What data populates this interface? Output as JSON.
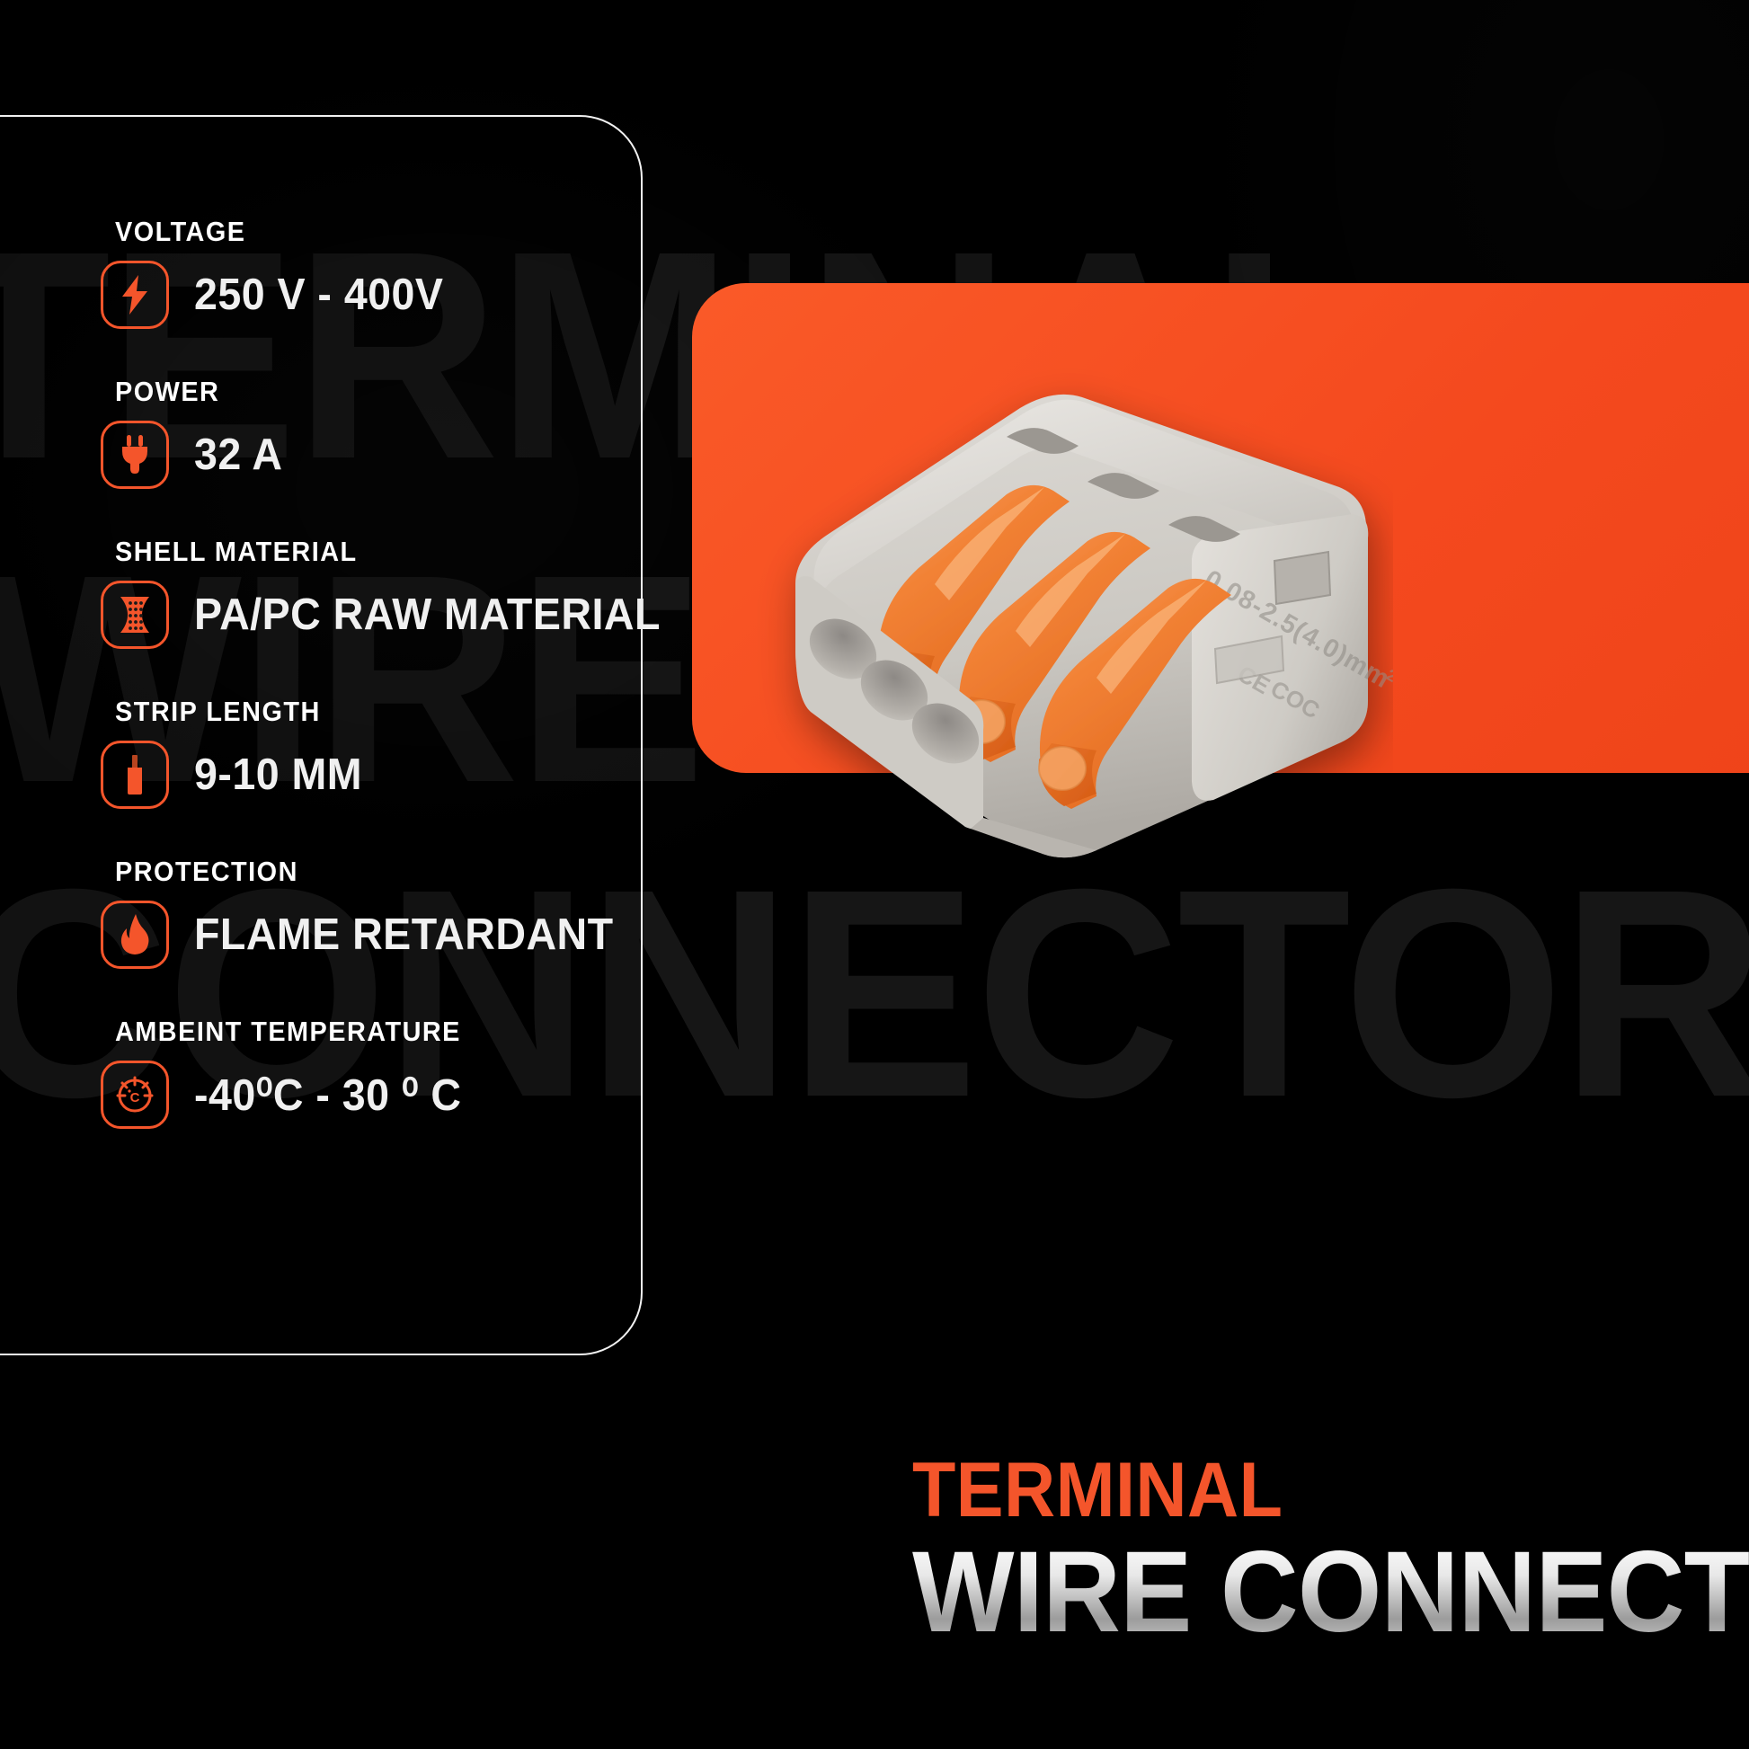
{
  "background": {
    "watermark_lines": [
      "TERMINAL",
      "WIRE",
      "CONNECTOR"
    ],
    "page_bg": "#000000",
    "accent_orange": "#f4552b",
    "panel_orange": "#fa5a28"
  },
  "spec_card": {
    "specs": [
      {
        "label": "VOLTAGE",
        "value": "250 V - 400V",
        "icon": "lightning-bolt-icon"
      },
      {
        "label": "POWER",
        "value": "32 A",
        "icon": "power-plug-icon"
      },
      {
        "label": "SHELL MATERIAL",
        "value": "PA/PC RAW MATERIAL",
        "icon": "mesh-material-icon"
      },
      {
        "label": "STRIP LENGTH",
        "value": "9-10 MM",
        "icon": "stripped-wire-icon"
      },
      {
        "label": "PROTECTION",
        "value": "FLAME RETARDANT",
        "icon": "flame-icon"
      },
      {
        "label": "AMBEINT TEMPERATURE",
        "value": "-40⁰C - 30 ⁰ C",
        "icon": "temperature-gauge-icon"
      }
    ]
  },
  "product": {
    "name": "3-way lever wire connector",
    "embossed_rating": "0.08-2.5(4.0)mm²",
    "embossed_marks": "CE",
    "lever_count": 3,
    "body_color": "#d9d6d2",
    "lever_color": "#f08030"
  },
  "title": {
    "top": "TERMINAL",
    "main": "WIRE CONNECTORS"
  }
}
